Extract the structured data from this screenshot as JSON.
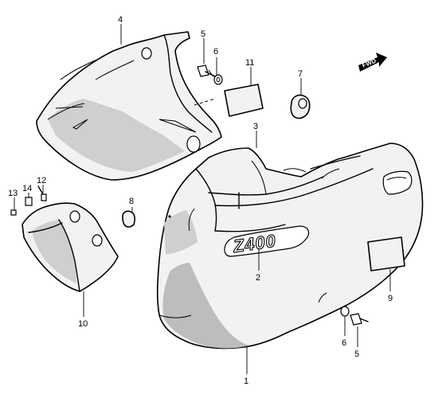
{
  "diagram": {
    "fwd_label": "FWD",
    "emblem_text": "Z400",
    "callouts": [
      {
        "id": "c1",
        "text": "1"
      },
      {
        "id": "c2",
        "text": "2"
      },
      {
        "id": "c3",
        "text": "3"
      },
      {
        "id": "c4",
        "text": "4"
      },
      {
        "id": "c5a",
        "text": "5"
      },
      {
        "id": "c5b",
        "text": "5"
      },
      {
        "id": "c6a",
        "text": "6"
      },
      {
        "id": "c6b",
        "text": "6"
      },
      {
        "id": "c7",
        "text": "7"
      },
      {
        "id": "c8",
        "text": "8"
      },
      {
        "id": "c9",
        "text": "9"
      },
      {
        "id": "c10",
        "text": "10"
      },
      {
        "id": "c11",
        "text": "11"
      },
      {
        "id": "c12",
        "text": "12"
      },
      {
        "id": "c13",
        "text": "13"
      },
      {
        "id": "c14",
        "text": "14"
      }
    ]
  }
}
